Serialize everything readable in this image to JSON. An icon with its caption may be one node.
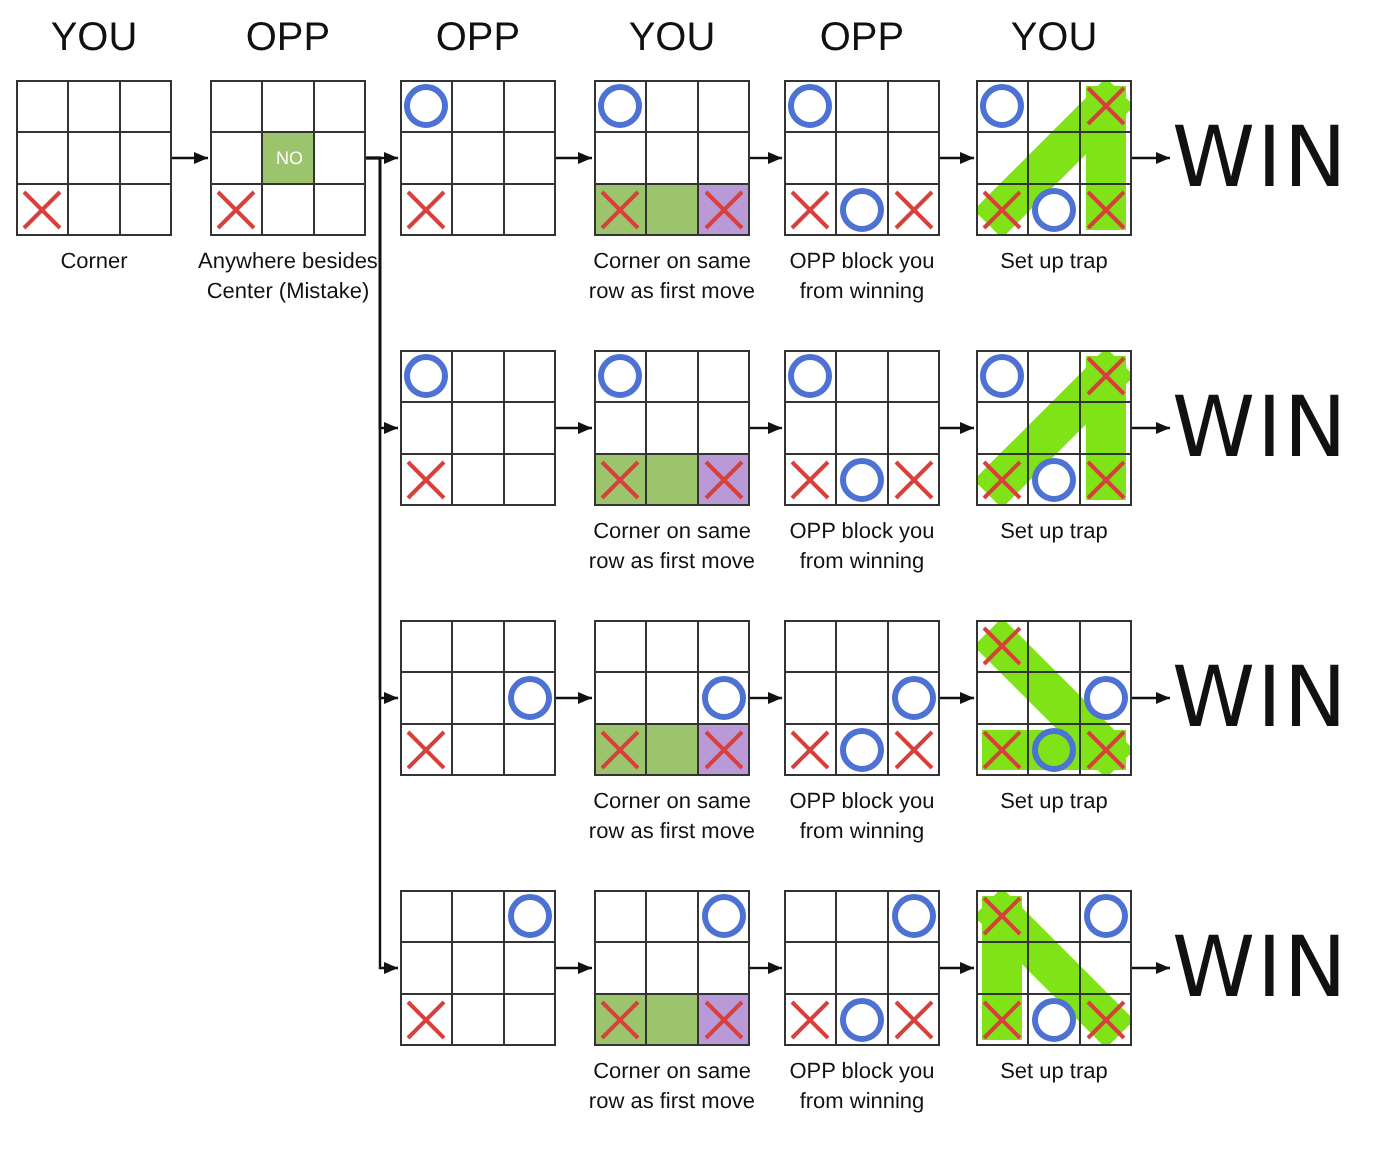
{
  "diagram": {
    "nodes": [
      {
        "text": [],
        "shape": "picture",
        "beside": [
          "Corner"
        ]
      },
      {
        "text": [
          "NO"
        ],
        "beside": [
          "Anywhere besides Center (Mistake)"
        ]
      },
      {
        "text": [],
        "shape": "picture"
      },
      {
        "text": [],
        "shape": "picture",
        "beside": [
          "Corner on same row as first move"
        ]
      },
      {
        "text": [],
        "shape": "picture",
        "beside": [
          "OPP block you from winning"
        ]
      },
      {
        "text": [],
        "shape": "picture",
        "beside": [
          "Set up trap"
        ]
      },
      {
        "text": [
          "WIN"
        ]
      },
      {
        "text": [],
        "shape": "picture"
      },
      {
        "text": [],
        "shape": "picture",
        "beside": [
          "Corner on same row as first move"
        ]
      },
      {
        "text": [],
        "shape": "picture",
        "beside": [
          "OPP block you from winning"
        ]
      },
      {
        "text": [],
        "shape": "picture",
        "beside": [
          "Set up trap"
        ]
      },
      {
        "text": [
          "WIN"
        ]
      },
      {
        "text": [],
        "shape": "picture"
      },
      {
        "text": [],
        "shape": "picture",
        "beside": [
          "Corner on same row as first move"
        ]
      },
      {
        "text": [],
        "shape": "picture",
        "beside": [
          "OPP block you from winning"
        ]
      },
      {
        "text": [],
        "shape": "picture",
        "beside": [
          "Set up trap"
        ]
      },
      {
        "text": [
          "WIN"
        ]
      },
      {
        "text": [],
        "shape": "picture"
      },
      {
        "text": [],
        "shape": "picture",
        "beside": [
          "Corner on same row as first move"
        ]
      },
      {
        "text": [],
        "shape": "picture",
        "beside": [
          "OPP block you from winning"
        ]
      },
      {
        "text": [],
        "shape": "picture",
        "beside": [
          "Set up trap"
        ]
      },
      {
        "text": [
          "WIN"
        ]
      }
    ],
    "edges": [
      {
        "from": 0,
        "to": 1,
        "arrow": "to"
      },
      {
        "from": 1,
        "to": 2,
        "arrow": "to"
      },
      {
        "from": 2,
        "to": 3,
        "arrow": "to"
      },
      {
        "from": 3,
        "to": 4,
        "arrow": "to"
      },
      {
        "from": 4,
        "to": 5,
        "arrow": "to"
      },
      {
        "from": 5,
        "to": 6,
        "arrow": "to"
      },
      {
        "from": 1,
        "to": 7,
        "arrow": "to"
      },
      {
        "from": 7,
        "to": 8,
        "arrow": "to"
      },
      {
        "from": 8,
        "to": 9,
        "arrow": "to"
      },
      {
        "from": 9,
        "to": 10,
        "arrow": "to"
      },
      {
        "from": 10,
        "to": 11,
        "arrow": "to"
      },
      {
        "from": 1,
        "to": 12,
        "arrow": "to"
      },
      {
        "from": 12,
        "to": 13,
        "arrow": "to"
      },
      {
        "from": 13,
        "to": 14,
        "arrow": "to"
      },
      {
        "from": 14,
        "to": 15,
        "arrow": "to"
      },
      {
        "from": 15,
        "to": 16,
        "arrow": "to"
      },
      {
        "from": 1,
        "to": 17,
        "arrow": "to"
      },
      {
        "from": 17,
        "to": 18,
        "arrow": "to"
      },
      {
        "from": 18,
        "to": 19,
        "arrow": "to"
      },
      {
        "from": 19,
        "to": 20,
        "arrow": "to"
      },
      {
        "from": 20,
        "to": 21,
        "arrow": "to"
      }
    ],
    "labels": [
      "YOU",
      "OPP",
      "OPP",
      "YOU",
      "OPP",
      "YOU"
    ]
  }
}
